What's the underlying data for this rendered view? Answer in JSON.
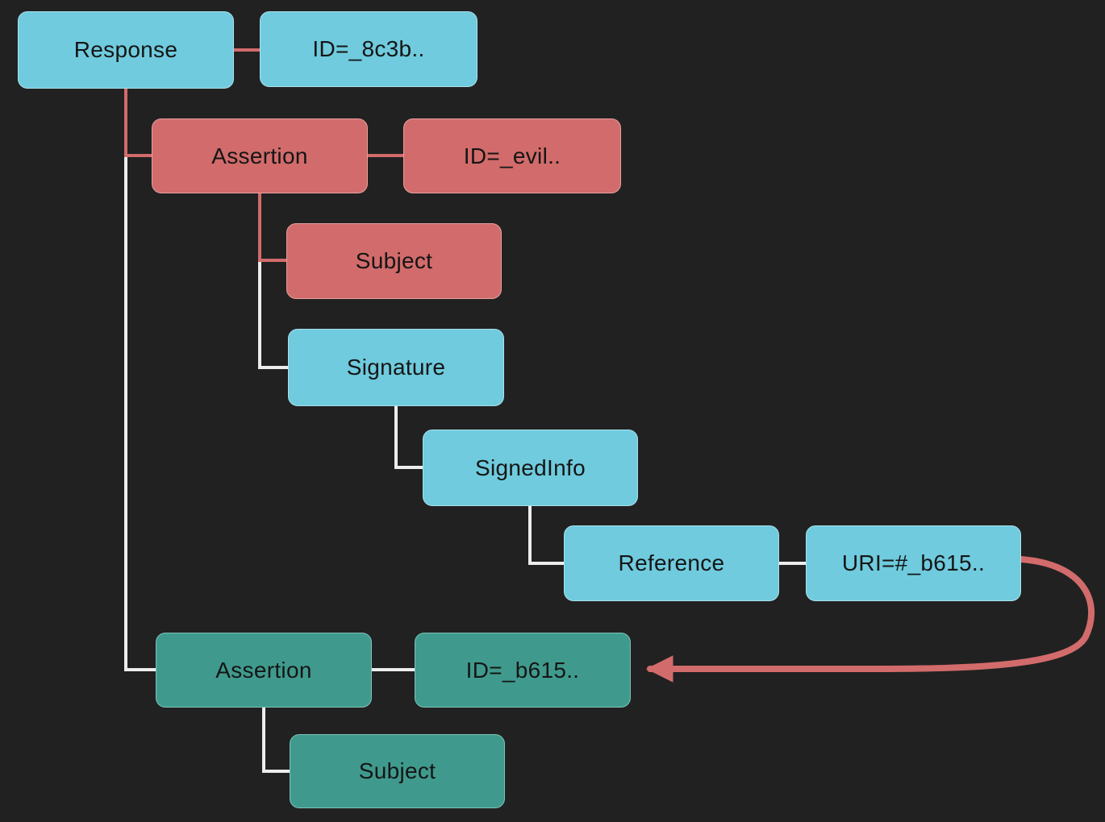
{
  "diagram": {
    "background": "#212121",
    "colors": {
      "cyan": "#6fcbdd",
      "red": "#d26b6b",
      "teal": "#3f9a8d",
      "line": "#ededed",
      "text": "#151515",
      "bg": "#212121"
    },
    "nodes": [
      {
        "id": "response",
        "label": "Response",
        "color": "cyan"
      },
      {
        "id": "response-id",
        "label": "ID=_8c3b..",
        "color": "cyan"
      },
      {
        "id": "assertion-evil",
        "label": "Assertion",
        "color": "red"
      },
      {
        "id": "assertion-evil-id",
        "label": "ID=_evil..",
        "color": "red"
      },
      {
        "id": "subject-evil",
        "label": "Subject",
        "color": "red"
      },
      {
        "id": "signature",
        "label": "Signature",
        "color": "cyan"
      },
      {
        "id": "signedinfo",
        "label": "SignedInfo",
        "color": "cyan"
      },
      {
        "id": "reference",
        "label": "Reference",
        "color": "cyan"
      },
      {
        "id": "reference-uri",
        "label": "URI=#_b615..",
        "color": "cyan"
      },
      {
        "id": "assertion-legit",
        "label": "Assertion",
        "color": "teal"
      },
      {
        "id": "assertion-legit-id",
        "label": "ID=_b615..",
        "color": "teal"
      },
      {
        "id": "subject-legit",
        "label": "Subject",
        "color": "teal"
      }
    ],
    "edges": [
      {
        "from": "response",
        "to": "response-id",
        "color": "red"
      },
      {
        "from": "response",
        "to": "assertion-evil",
        "color": "red"
      },
      {
        "from": "response",
        "to": "assertion-legit",
        "color": "line"
      },
      {
        "from": "assertion-evil",
        "to": "assertion-evil-id",
        "color": "red"
      },
      {
        "from": "assertion-evil",
        "to": "subject-evil",
        "color": "red"
      },
      {
        "from": "assertion-evil",
        "to": "signature",
        "color": "line"
      },
      {
        "from": "signature",
        "to": "signedinfo",
        "color": "line"
      },
      {
        "from": "signedinfo",
        "to": "reference",
        "color": "line"
      },
      {
        "from": "reference",
        "to": "reference-uri",
        "color": "line"
      },
      {
        "from": "assertion-legit",
        "to": "assertion-legit-id",
        "color": "line"
      },
      {
        "from": "assertion-legit",
        "to": "subject-legit",
        "color": "line"
      },
      {
        "from": "reference-uri",
        "to": "assertion-legit-id",
        "color": "red",
        "style": "curved-arrow"
      }
    ]
  }
}
